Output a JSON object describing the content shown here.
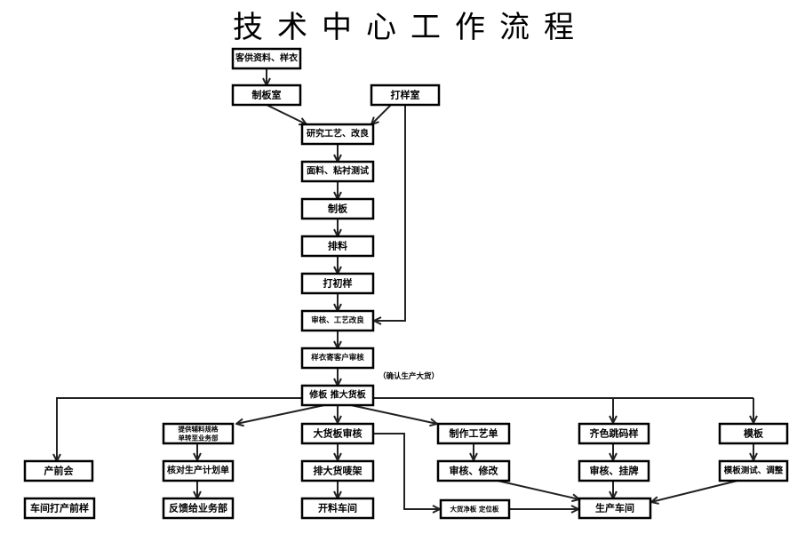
{
  "title": "技术中心工作流程",
  "note": "（确认生产大货）",
  "nodes": {
    "client_materials": "客供资料、样衣",
    "pattern_room": "制板室",
    "sample_room": "打样室",
    "research": "研究工艺、改良",
    "fabric_test": "面料、粘衬测试",
    "make_pattern": "制板",
    "layout": "排料",
    "first_sample": "打初样",
    "review_improve": "审核、工艺改良",
    "send_client": "样衣寄客户审核",
    "grade_bulk": "修板  推大货板",
    "accessory_spec_1": "提供辅料规格",
    "accessory_spec_2": "单转至业务部",
    "bulk_review": "大货板审核",
    "process_sheet": "制作工艺单",
    "size_color_sample": "齐色跳码样",
    "template": "模板",
    "pre_meeting": "产前会",
    "check_plan": "核对生产计划单",
    "bulk_marker": "排大货唛架",
    "review_modify": "审核、修改",
    "review_tag": "审核、挂牌",
    "template_test": "模板测试、调整",
    "workshop_sample": "车间打产前样",
    "feedback": "反馈给业务部",
    "cutting": "开料车间",
    "net_pattern": "大货净板  定位板",
    "production": "生产车间"
  }
}
